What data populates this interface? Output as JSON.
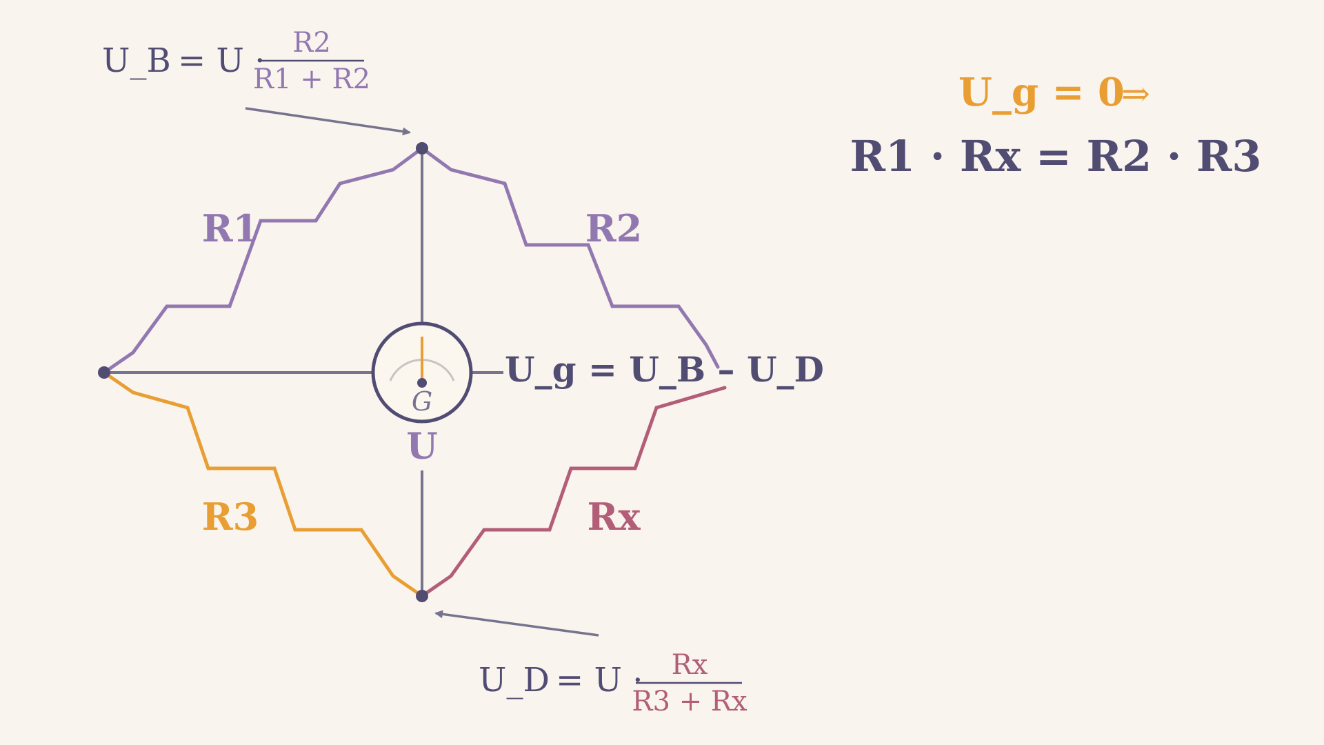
{
  "colors": {
    "background": "#FAF4EE",
    "ink": "#514C72",
    "wire": "#77738F",
    "lavender": "#9278B0",
    "orange": "#E89E32",
    "rose": "#B25E78",
    "meter_face": "#FBF7EF",
    "meter_arc": "#C9C3C2"
  },
  "labels": {
    "r1": "R1",
    "r2": "R2",
    "r3": "R3",
    "rx": "Rx",
    "source": "U",
    "galvanometer": "G"
  },
  "formulas": {
    "ub_lhs": "U_B",
    "ud_lhs": "U_D",
    "equals_u": "= U ·",
    "ub_num": "R2",
    "ub_den": "R1 + R2",
    "ud_num": "Rx",
    "ud_den": "R3 + Rx",
    "ug": "U_g = U_B – U_D",
    "balance_condition": "U_g = 0",
    "implies": "⇒",
    "balance_result": "R1 · Rx = R2 · R3"
  },
  "icons": {
    "arrow_top": "arrow-pointer-icon",
    "arrow_bottom": "arrow-pointer-icon",
    "galvanometer": "galvanometer-icon"
  }
}
